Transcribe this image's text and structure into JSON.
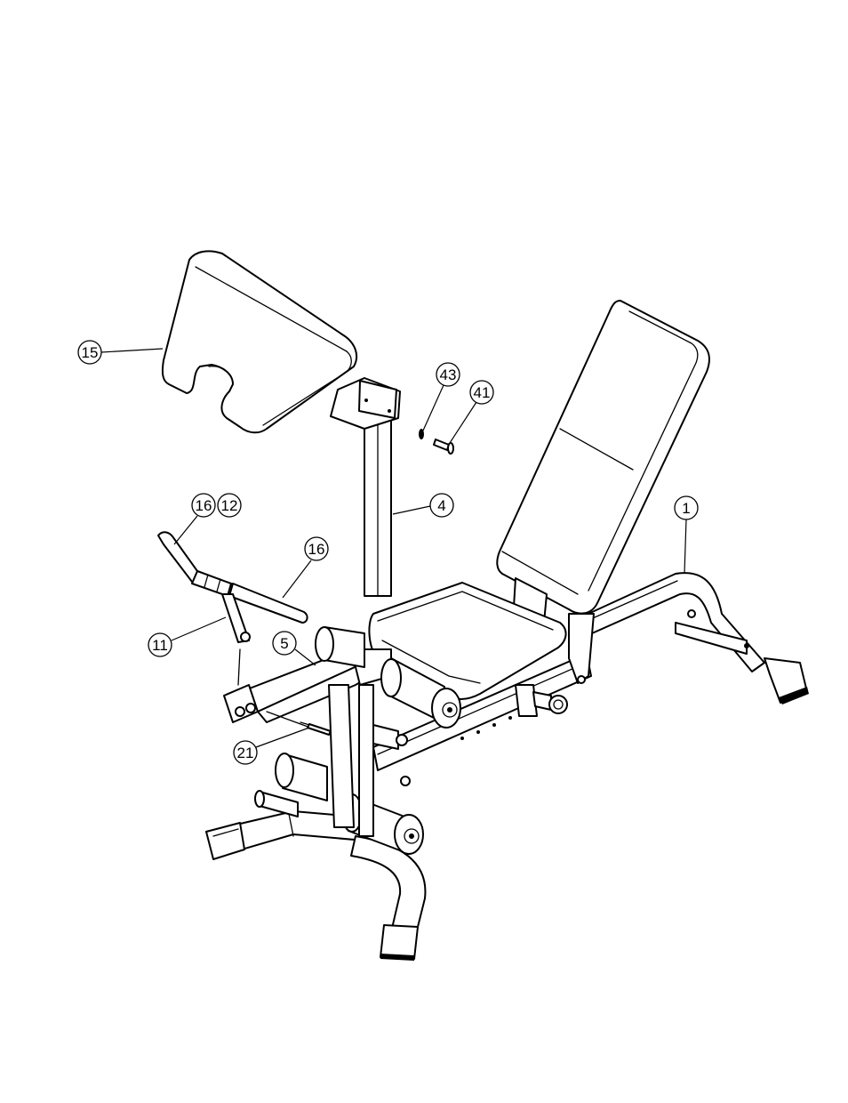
{
  "callouts": [
    {
      "id": "c15",
      "label": "15"
    },
    {
      "id": "c43",
      "label": "43"
    },
    {
      "id": "c41",
      "label": "41"
    },
    {
      "id": "c4",
      "label": "4"
    },
    {
      "id": "c1",
      "label": "1"
    },
    {
      "id": "c16a",
      "label": "16"
    },
    {
      "id": "c12",
      "label": "12"
    },
    {
      "id": "c16b",
      "label": "16"
    },
    {
      "id": "c11",
      "label": "11"
    },
    {
      "id": "c5",
      "label": "5"
    },
    {
      "id": "c21",
      "label": "21"
    }
  ]
}
